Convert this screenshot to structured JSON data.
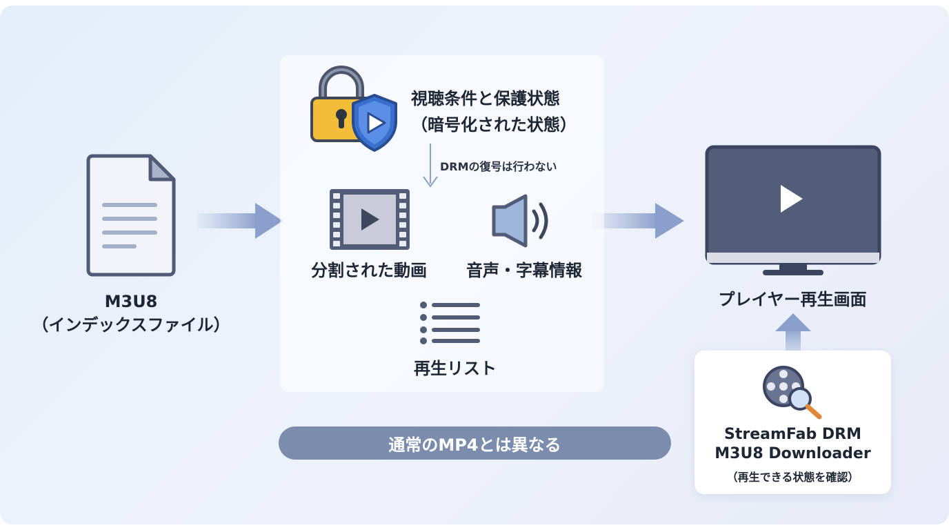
{
  "file": {
    "name": "M3U8",
    "desc": "（インデックスファイル）",
    "icon": "document-icon"
  },
  "protection": {
    "line1": "視聴条件と保護状態",
    "line2": "（暗号化された状態）",
    "icons": [
      "lock-icon",
      "shield-play-icon"
    ]
  },
  "drm_note": "DRMの復号は行わない",
  "components": {
    "video": {
      "label": "分割された動画",
      "icon": "film-strip-icon"
    },
    "audio": {
      "label": "音声・字幕情報",
      "icon": "speaker-icon"
    },
    "playlist": {
      "label": "再生リスト",
      "icon": "list-icon"
    }
  },
  "difference_pill": "通常のMP4とは異なる",
  "player": {
    "label": "プレイヤー再生画面",
    "icon": "monitor-play-icon"
  },
  "downloader": {
    "name_line1": "StreamFab DRM",
    "name_line2": "M3U8 Downloader",
    "sub": "（再生できる状態を確認）",
    "icon": "film-reel-search-icon"
  },
  "colors": {
    "accent_blue": "#3a6fd0",
    "lock_yellow": "#f2be3a",
    "slate": "#525d79",
    "pill": "#7c8cad"
  }
}
